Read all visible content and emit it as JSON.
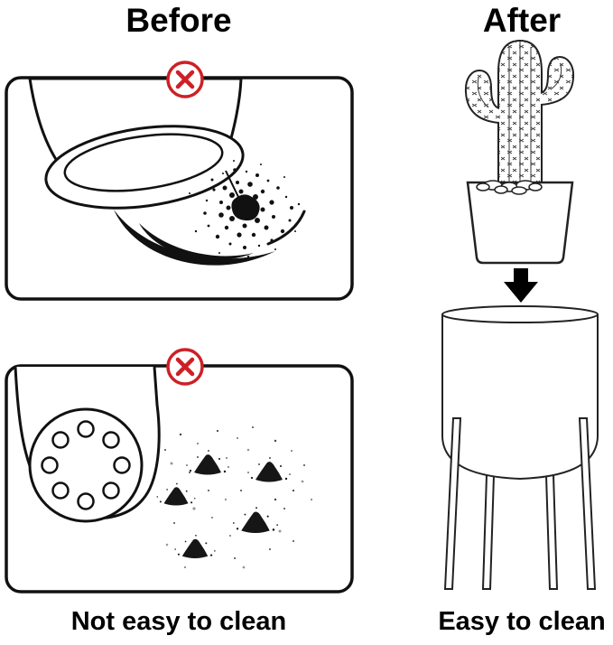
{
  "before": {
    "heading": "Before",
    "caption": "Not easy to clean"
  },
  "after": {
    "heading": "After",
    "caption": "Easy to clean"
  },
  "icons": {
    "prohibited": "circle-x-icon",
    "arrow": "down-arrow-icon"
  },
  "colors": {
    "prohibited": "#cd2026",
    "ink": "#111111",
    "background": "#ffffff"
  }
}
